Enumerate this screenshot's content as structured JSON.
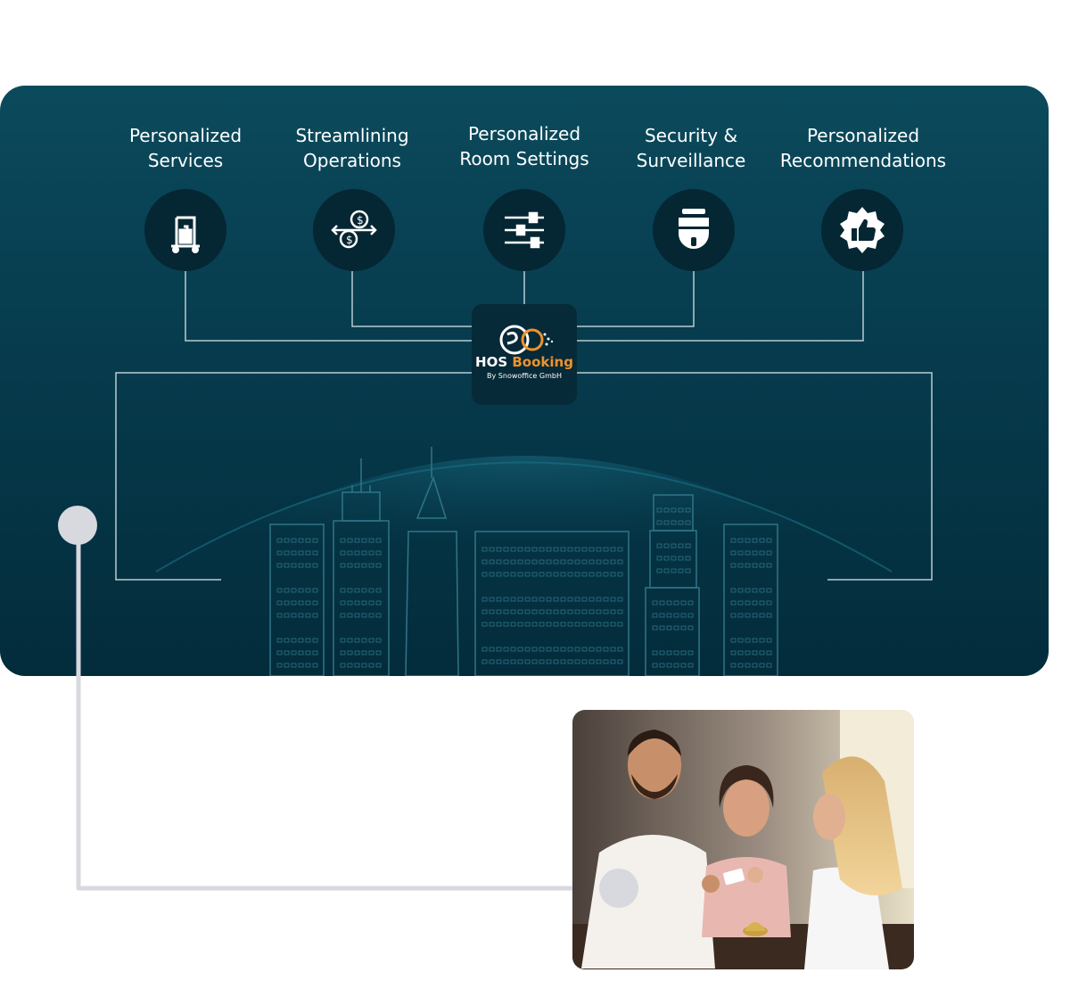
{
  "features": [
    {
      "label": "Personalized\nServices",
      "icon": "luggage-cart-icon"
    },
    {
      "label": "Streamlining\nOperations",
      "icon": "gear-dollar-icon"
    },
    {
      "label": "Personalized\nRoom Settings",
      "icon": "sliders-icon"
    },
    {
      "label": "Security &\nSurveillance",
      "icon": "security-camera-icon"
    },
    {
      "label": "Personalized\nRecommendations",
      "icon": "thumbs-up-badge-icon"
    }
  ],
  "logo": {
    "mark": "SO",
    "name_primary": "HOS",
    "name_accent": "Booking",
    "tagline": "By Snowoffice GmbH"
  },
  "colors": {
    "panel_top": "#0b4a5c",
    "panel_bottom": "#032c3b",
    "accent": "#f0922b",
    "connector": "#d8d8df"
  },
  "photo": {
    "subject": "hotel-reception-photo"
  }
}
